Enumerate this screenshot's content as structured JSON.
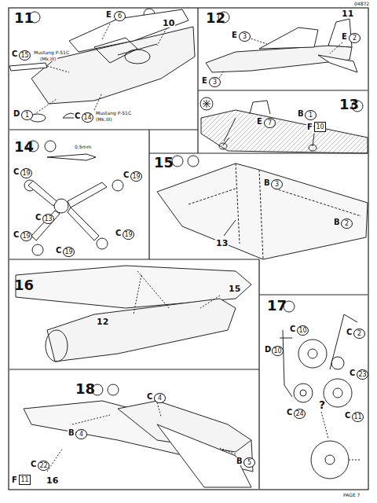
{
  "diagram": {
    "labels": [
      "04872",
      "11",
      "E",
      "6",
      "10",
      "C",
      "15",
      "Mustang P-51C",
      "(Mk.III)",
      "D",
      "1",
      "C",
      "14",
      "Mustang P-51C",
      "(Mk.III)",
      "12",
      "11",
      "E",
      "3",
      "E",
      "2",
      "E",
      "3",
      "13",
      "E",
      "7",
      "B",
      "1",
      "F",
      "10",
      "14",
      "0,5mm",
      "C",
      "19",
      "C",
      "19",
      "C",
      "13",
      "C",
      "19",
      "C",
      "19",
      "C",
      "19",
      "15",
      "B",
      "3",
      "13",
      "B",
      "2",
      "16",
      "15",
      "12",
      "17",
      "C",
      "10",
      "C",
      "2",
      "D",
      "10",
      "C",
      "23",
      "?",
      "C",
      "11",
      "C",
      "24",
      "18",
      "B",
      "4",
      "C",
      "4",
      "B",
      "5",
      "C",
      "22",
      "F",
      "11",
      "16",
      "PAGE 7"
    ]
  }
}
